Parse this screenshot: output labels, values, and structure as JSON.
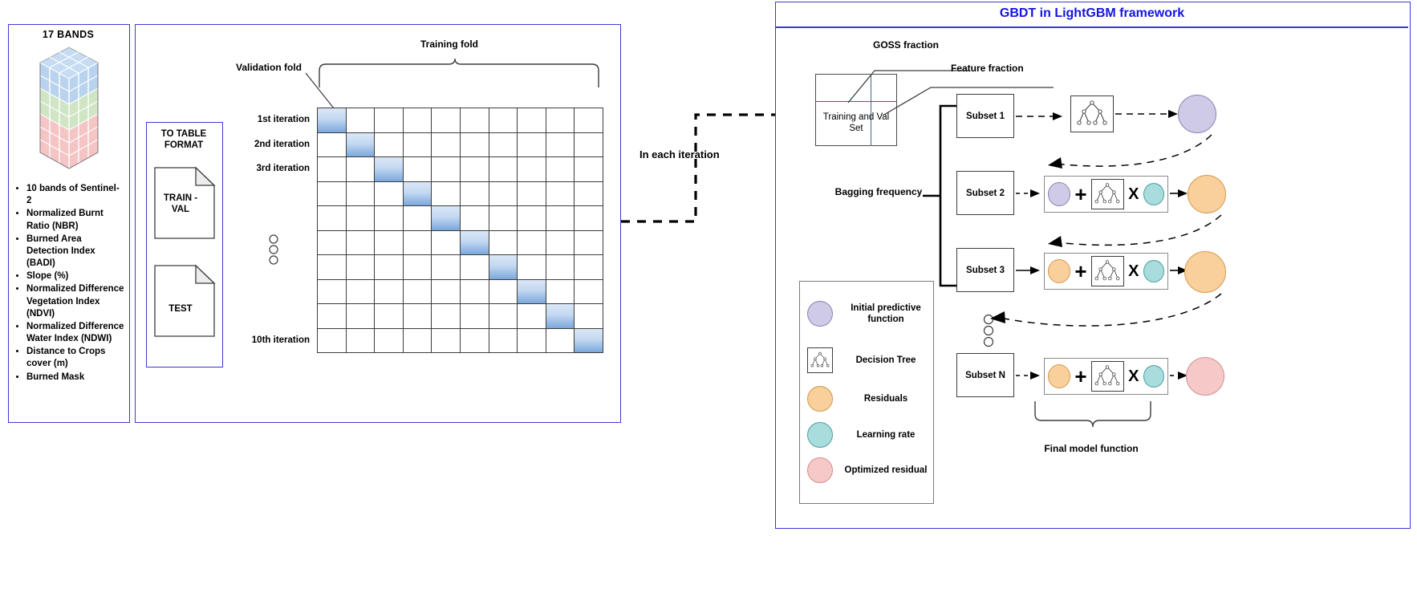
{
  "left_panel": {
    "title": "17 BANDS",
    "cube_icon": "data-cube-icon",
    "bands": [
      "10 bands of Sentinel-2",
      "Normalized Burnt Ratio (NBR)",
      "Burned Area Detection Index (BADI)",
      "Slope (%)",
      "Normalized Difference Vegetation Index (NDVI)",
      "Normalized Difference Water Index (NDWI)",
      "Distance to Crops cover (m)",
      "Burned Mask"
    ]
  },
  "table_format": {
    "title": "TO TABLE FORMAT",
    "documents": [
      {
        "label": "TRAIN - VAL"
      },
      {
        "label": "TEST"
      }
    ]
  },
  "cross_validation": {
    "validation_fold_label": "Validation fold",
    "training_fold_label": "Training fold",
    "columns": 10,
    "ellipsis": "vertical-dots",
    "rows": [
      {
        "label": "1st iteration",
        "validation_column": 1
      },
      {
        "label": "2nd iteration",
        "validation_column": 2
      },
      {
        "label": "3rd iteration",
        "validation_column": 3
      },
      {
        "label": "",
        "validation_column": 4
      },
      {
        "label": "",
        "validation_column": 5
      },
      {
        "label": "",
        "validation_column": 6
      },
      {
        "label": "",
        "validation_column": 7
      },
      {
        "label": "",
        "validation_column": 8
      },
      {
        "label": "",
        "validation_column": 9
      },
      {
        "label": "10th iteration",
        "validation_column": 10
      }
    ]
  },
  "connector": {
    "label": "In each iteration"
  },
  "right_panel": {
    "title": "GBDT in LightGBM framework",
    "title_color": "#1414e6",
    "training_val_set": {
      "label": "Training and Val Set",
      "goss_label": "GOSS fraction",
      "feature_label": "Feature fraction",
      "divider_color": "#2f6f86"
    },
    "bagging_label": "Bagging frequency",
    "subsets": [
      {
        "name": "Subset 1",
        "formula": [
          "decision-tree"
        ],
        "output": "initial-predictive"
      },
      {
        "name": "Subset 2",
        "formula": [
          "initial-predictive",
          "plus",
          "decision-tree",
          "times",
          "learning-rate"
        ],
        "output": "residuals"
      },
      {
        "name": "Subset 3",
        "formula": [
          "residuals",
          "plus",
          "decision-tree",
          "times",
          "learning-rate"
        ],
        "output": "residuals"
      },
      {
        "name": "Subset N",
        "formula": [
          "residuals",
          "plus",
          "decision-tree",
          "times",
          "learning-rate"
        ],
        "output": "optimized-residual"
      }
    ],
    "subset_ellipsis": "vertical-dots",
    "final_model_label": "Final model function",
    "legend": {
      "items": [
        {
          "icon": "circle-purple",
          "label": "Initial predictive function",
          "color": "#cfcae6"
        },
        {
          "icon": "decision-tree",
          "label": "Decision Tree",
          "color": "#ffffff"
        },
        {
          "icon": "circle-orange",
          "label": "Residuals",
          "color": "#f9cf9b"
        },
        {
          "icon": "circle-teal",
          "label": "Learning rate",
          "color": "#a9dcdc"
        },
        {
          "icon": "circle-pink",
          "label": "Optimized residual",
          "color": "#f6c9c9"
        }
      ]
    }
  },
  "symbols": {
    "plus": "+",
    "times": "X"
  }
}
